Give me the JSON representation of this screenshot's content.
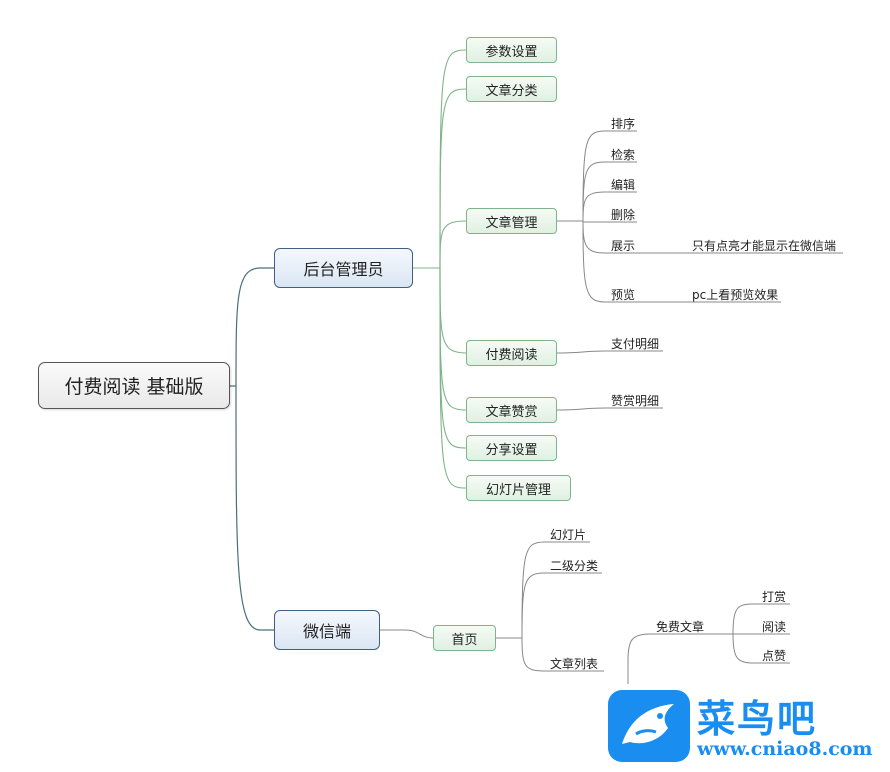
{
  "root": {
    "label": "付费阅读 基础版"
  },
  "branches": {
    "admin": {
      "label": "后台管理员",
      "items": {
        "params": {
          "label": "参数设置"
        },
        "category": {
          "label": "文章分类"
        },
        "manage": {
          "label": "文章管理",
          "children": {
            "sort": {
              "label": "排序"
            },
            "search": {
              "label": "检索"
            },
            "edit": {
              "label": "编辑"
            },
            "delete": {
              "label": "删除"
            },
            "show": {
              "label": "展示",
              "note": "只有点亮才能显示在微信端"
            },
            "preview": {
              "label": "预览",
              "note": "pc上看预览效果"
            }
          }
        },
        "paid": {
          "label": "付费阅读",
          "child": "支付明细"
        },
        "reward": {
          "label": "文章赞赏",
          "child": "赞赏明细"
        },
        "share": {
          "label": "分享设置"
        },
        "slides": {
          "label": "幻灯片管理"
        }
      }
    },
    "wechat": {
      "label": "微信端",
      "home": {
        "label": "首页",
        "children": {
          "slides": {
            "label": "幻灯片"
          },
          "level2": {
            "label": "二级分类"
          },
          "list": {
            "label": "文章列表",
            "free": {
              "label": "免费文章",
              "children": [
                "打赏",
                "阅读",
                "点赞"
              ]
            }
          }
        }
      }
    }
  },
  "watermark": {
    "title": "菜鸟吧",
    "url": "www.cniao8.com",
    "color": "#1a8ef0"
  },
  "colors": {
    "root_line": "#4a6f7a",
    "admin_line": "#7fb48a",
    "leaf_line": "#888888"
  }
}
